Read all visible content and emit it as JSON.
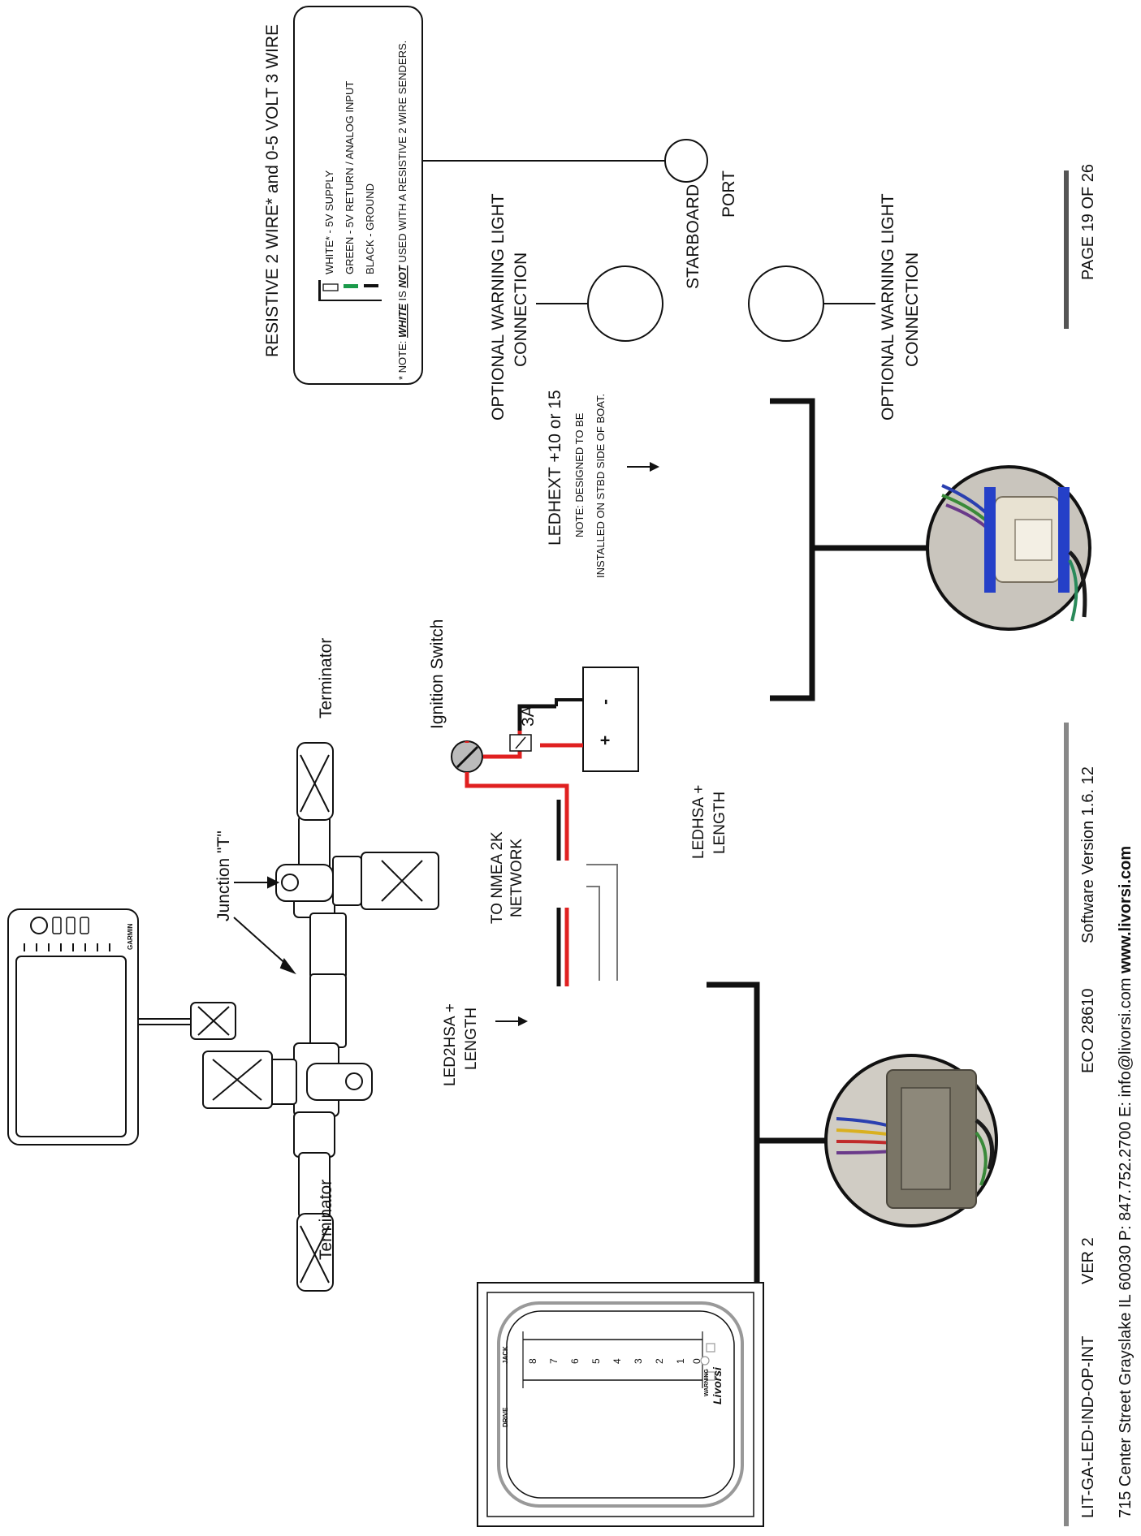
{
  "sender": {
    "title": "RESISTIVE 2 WIRE* and 0-5 VOLT 3 WIRE",
    "wires": [
      {
        "label": "WHITE* - 5V SUPPLY",
        "color": "#ffffff"
      },
      {
        "label": "GREEN - 5V RETURN / ANALOG INPUT",
        "color": "#1a9a4a"
      },
      {
        "label": "BLACK - GROUND",
        "color": "#111111"
      }
    ],
    "note_prefix": "* NOTE: ",
    "note_white": "WHITE",
    "note_is": " IS ",
    "note_not": "NOT",
    "note_rest": " USED WITH A RESISTIVE 2 WIRE SENDERS."
  },
  "labels": {
    "warning_light_stbd": [
      "OPTIONAL WARNING LIGHT",
      "CONNECTION"
    ],
    "warning_light_port": [
      "OPTIONAL WARNING LIGHT",
      "CONNECTION"
    ],
    "starboard": "STARBOARD",
    "port": "PORT",
    "ledhext": "LEDHEXT +10 or 15",
    "ledhext_note": [
      "NOTE: DESIGNED TO BE",
      "INSTALLED ON STBD SIDE OF BOAT."
    ],
    "terminator_top": "Terminator",
    "terminator_bottom": "Terminator",
    "junction": "Junction \"T\"",
    "ignition": "Ignition Switch",
    "fuse": "3A",
    "battery_plus": "+",
    "battery_minus": "-",
    "nmea": [
      "TO NMEA 2K",
      "NETWORK"
    ],
    "ledhsa": [
      "LEDHSA +",
      "LENGTH"
    ],
    "led2hsa": [
      "LED2HSA +",
      "LENGTH"
    ],
    "display_brand": "GARMIN"
  },
  "indicator": {
    "drive_label": "DRIVE",
    "jack_label": "JACK",
    "scale": [
      "8",
      "7",
      "6",
      "5",
      "4",
      "3",
      "2",
      "1",
      "0"
    ],
    "warning_label": "WARNING",
    "brand": "Livorsi"
  },
  "footer": {
    "doc_id": "LIT-GA-LED-IND-OP-INT",
    "version": "VER 2",
    "eco": "ECO 28610",
    "software": "Software Version 1.6. 12",
    "address": "715 Center Street Grayslake IL 60030 P: 847.752.2700 E: info@livorsi.com ",
    "website": "www.livorsi.com",
    "page": "PAGE 19 OF 26"
  },
  "colors": {
    "red_wire": "#e02020",
    "black_wire": "#111111",
    "green_wire": "#1a9a4a",
    "footer_rule": "#888888"
  }
}
